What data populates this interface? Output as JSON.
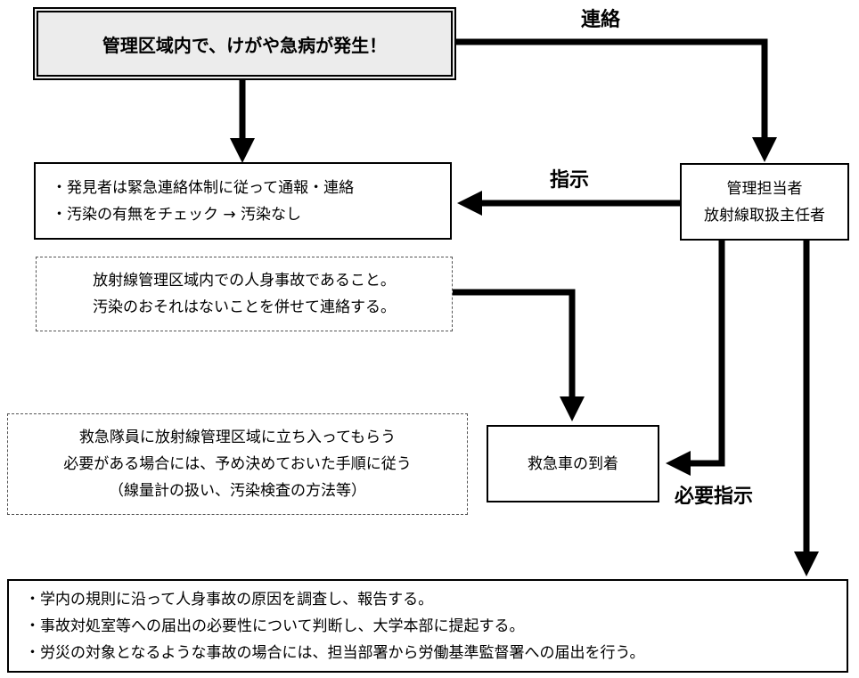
{
  "nodes": {
    "incident": {
      "text": "管理区域内で、けがや急病が発生！"
    },
    "first_actions": {
      "lines": [
        "・発見者は緊急連絡体制に従って通報・連絡",
        "・汚染の有無をチェック → 汚染なし"
      ]
    },
    "report_note": {
      "lines": [
        "放射線管理区域内での人身事故であること。",
        "汚染のおそれはないことを併せて連絡する。"
      ]
    },
    "manager": {
      "lines": [
        "管理担当者",
        "放射線取扱主任者"
      ]
    },
    "ambulance_note": {
      "lines": [
        "救急隊員に放射線管理区域に立ち入ってもらう",
        "必要がある場合には、予め決めておいた手順に従う",
        "（線量計の扱い、汚染検査の方法等）"
      ]
    },
    "ambulance": {
      "text": "救急車の到着"
    },
    "followup": {
      "lines": [
        "・学内の規則に沿って人身事故の原因を調査し、報告する。",
        "・事故対処室等への届出の必要性について判断し、大学本部に提起する。",
        "・労災の対象となるような事故の場合には、担当部署から労働基準監督署への届出を行う。"
      ]
    }
  },
  "edge_labels": {
    "contact": "連絡",
    "instruct": "指示",
    "necessary_instruct": "必要指示"
  }
}
